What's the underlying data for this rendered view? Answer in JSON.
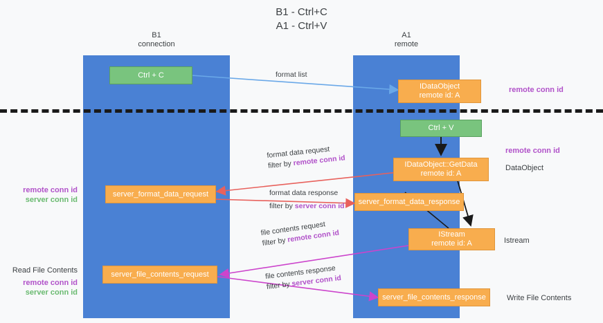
{
  "title": {
    "line1": "B1 - Ctrl+C",
    "line2": "A1 - Ctrl+V"
  },
  "lanes": [
    {
      "name": "B1",
      "subtitle": "connection"
    },
    {
      "name": "A1",
      "subtitle": "remote"
    }
  ],
  "nodes": {
    "ctrl_c": {
      "label": "Ctrl + C"
    },
    "ctrl_v": {
      "label": "Ctrl + V"
    },
    "idataobject": {
      "line1": "IDataObject",
      "line2": "remote id: A"
    },
    "getdata": {
      "line1": "IDataObject::GetData",
      "line2": "remote id: A"
    },
    "istream": {
      "line1": "IStream",
      "line2": "remote id: A"
    },
    "server_format_data_request": {
      "label": "server_format_data_request"
    },
    "server_format_data_response": {
      "label": "server_format_data_response"
    },
    "server_file_contents_request": {
      "label": "server_file_contents_request"
    },
    "server_file_contents_response": {
      "label": "server_file_contents_response"
    }
  },
  "edge_labels": {
    "format_list": "format list",
    "format_data_request": "format data request",
    "format_data_request_filter_prefix": "filter by ",
    "format_data_request_filter_key": "remote conn id",
    "format_data_response": "format data response",
    "format_data_response_filter_prefix": "filter by ",
    "format_data_response_filter_key": "server conn id",
    "file_contents_request": "file contents request",
    "file_contents_request_filter_prefix": "filter by ",
    "file_contents_request_filter_key": "remote conn id",
    "file_contents_response": "file contents response",
    "file_contents_response_filter_prefix": "filter by ",
    "file_contents_response_filter_key": "server conn id"
  },
  "annotations": {
    "right_remote_conn_id_top": "remote conn id",
    "right_remote_conn_id_mid": "remote conn id",
    "right_dataobject": "DataObject",
    "right_istream": "Istream",
    "right_write_file_contents": "Write File Contents",
    "left_remote_conn_id_mid": "remote conn id",
    "left_server_conn_id_mid": "server conn id",
    "left_read_file_contents": "Read File Contents",
    "left_remote_conn_id_bottom": "remote conn id",
    "left_server_conn_id_bottom": "server conn id"
  },
  "colors": {
    "lane": "#4a81d4",
    "node_green": "#79c47e",
    "node_orange": "#f8ad4e",
    "arrow_blue": "#6aa8e8",
    "arrow_red": "#e8615c",
    "arrow_magenta": "#cc44cc",
    "arrow_black": "#1a1a1a",
    "key_purple": "#b152c9",
    "key_green": "#6aba70",
    "background": "#f8f9fa"
  }
}
